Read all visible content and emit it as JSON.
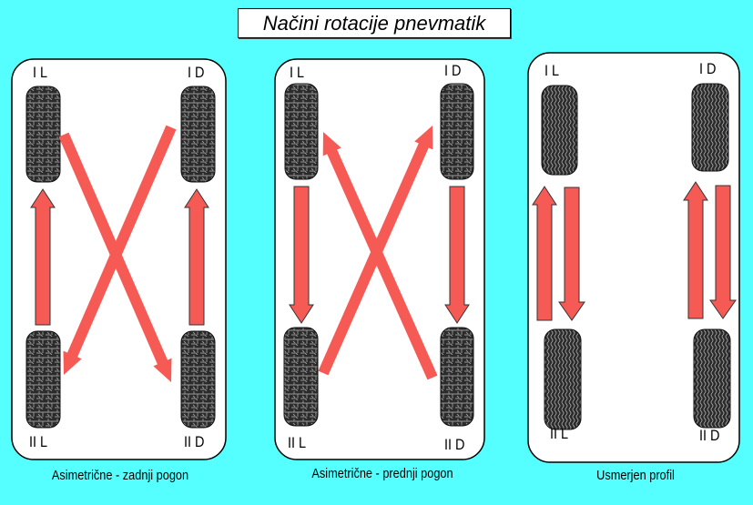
{
  "title": "Načini rotacije pnevmatik",
  "panels": [
    {
      "caption": "Asimetrične  - zadnji pogon",
      "front_left": "I L",
      "front_right": "I D",
      "rear_left": "II L",
      "rear_right": "II D"
    },
    {
      "caption": "Asimetrične - prednji pogon",
      "front_left": "I L",
      "front_right": "I D",
      "rear_left": "II L",
      "rear_right": "II D"
    },
    {
      "caption": "Usmerjen profil",
      "front_left": "I L",
      "front_right": "I D",
      "rear_left": "II L",
      "rear_right": "II D"
    }
  ],
  "colors": {
    "background": "#55ffff",
    "arrow": "#f65a55",
    "tire": "#2b2b2b"
  }
}
